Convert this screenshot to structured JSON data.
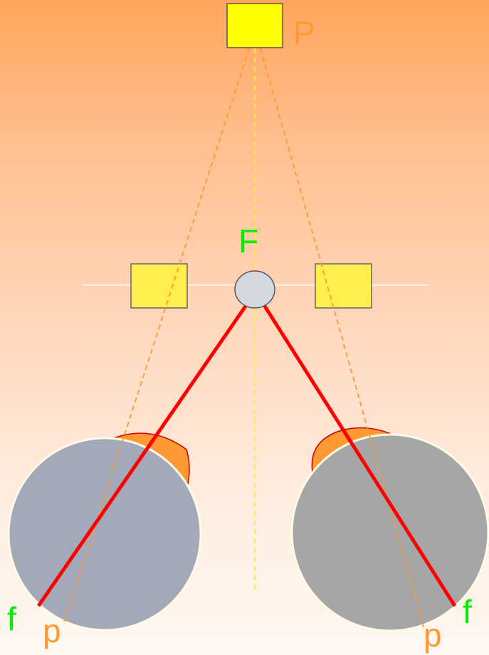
{
  "labels": {
    "far_object": "P",
    "fixation_point": "F",
    "left_eye_fixation": "f",
    "right_eye_fixation": "f",
    "left_eye_projection": "p",
    "right_eye_projection": "p"
  },
  "colors": {
    "object_fill": "#ffff00",
    "side_object_fill": "#ffee4d",
    "fixation_fill": "#d4d8e0",
    "fixation_line": "#ff0000",
    "projection_line": "#ff9933",
    "midline": "#ffee33",
    "horizon_line": "#ffffff",
    "left_eye_fill": "#a3a9b8",
    "right_eye_fill": "#a6a6a6",
    "lens_fill": "#ff9933",
    "label_green": "#00ee00",
    "label_orange": "#ff9933"
  }
}
